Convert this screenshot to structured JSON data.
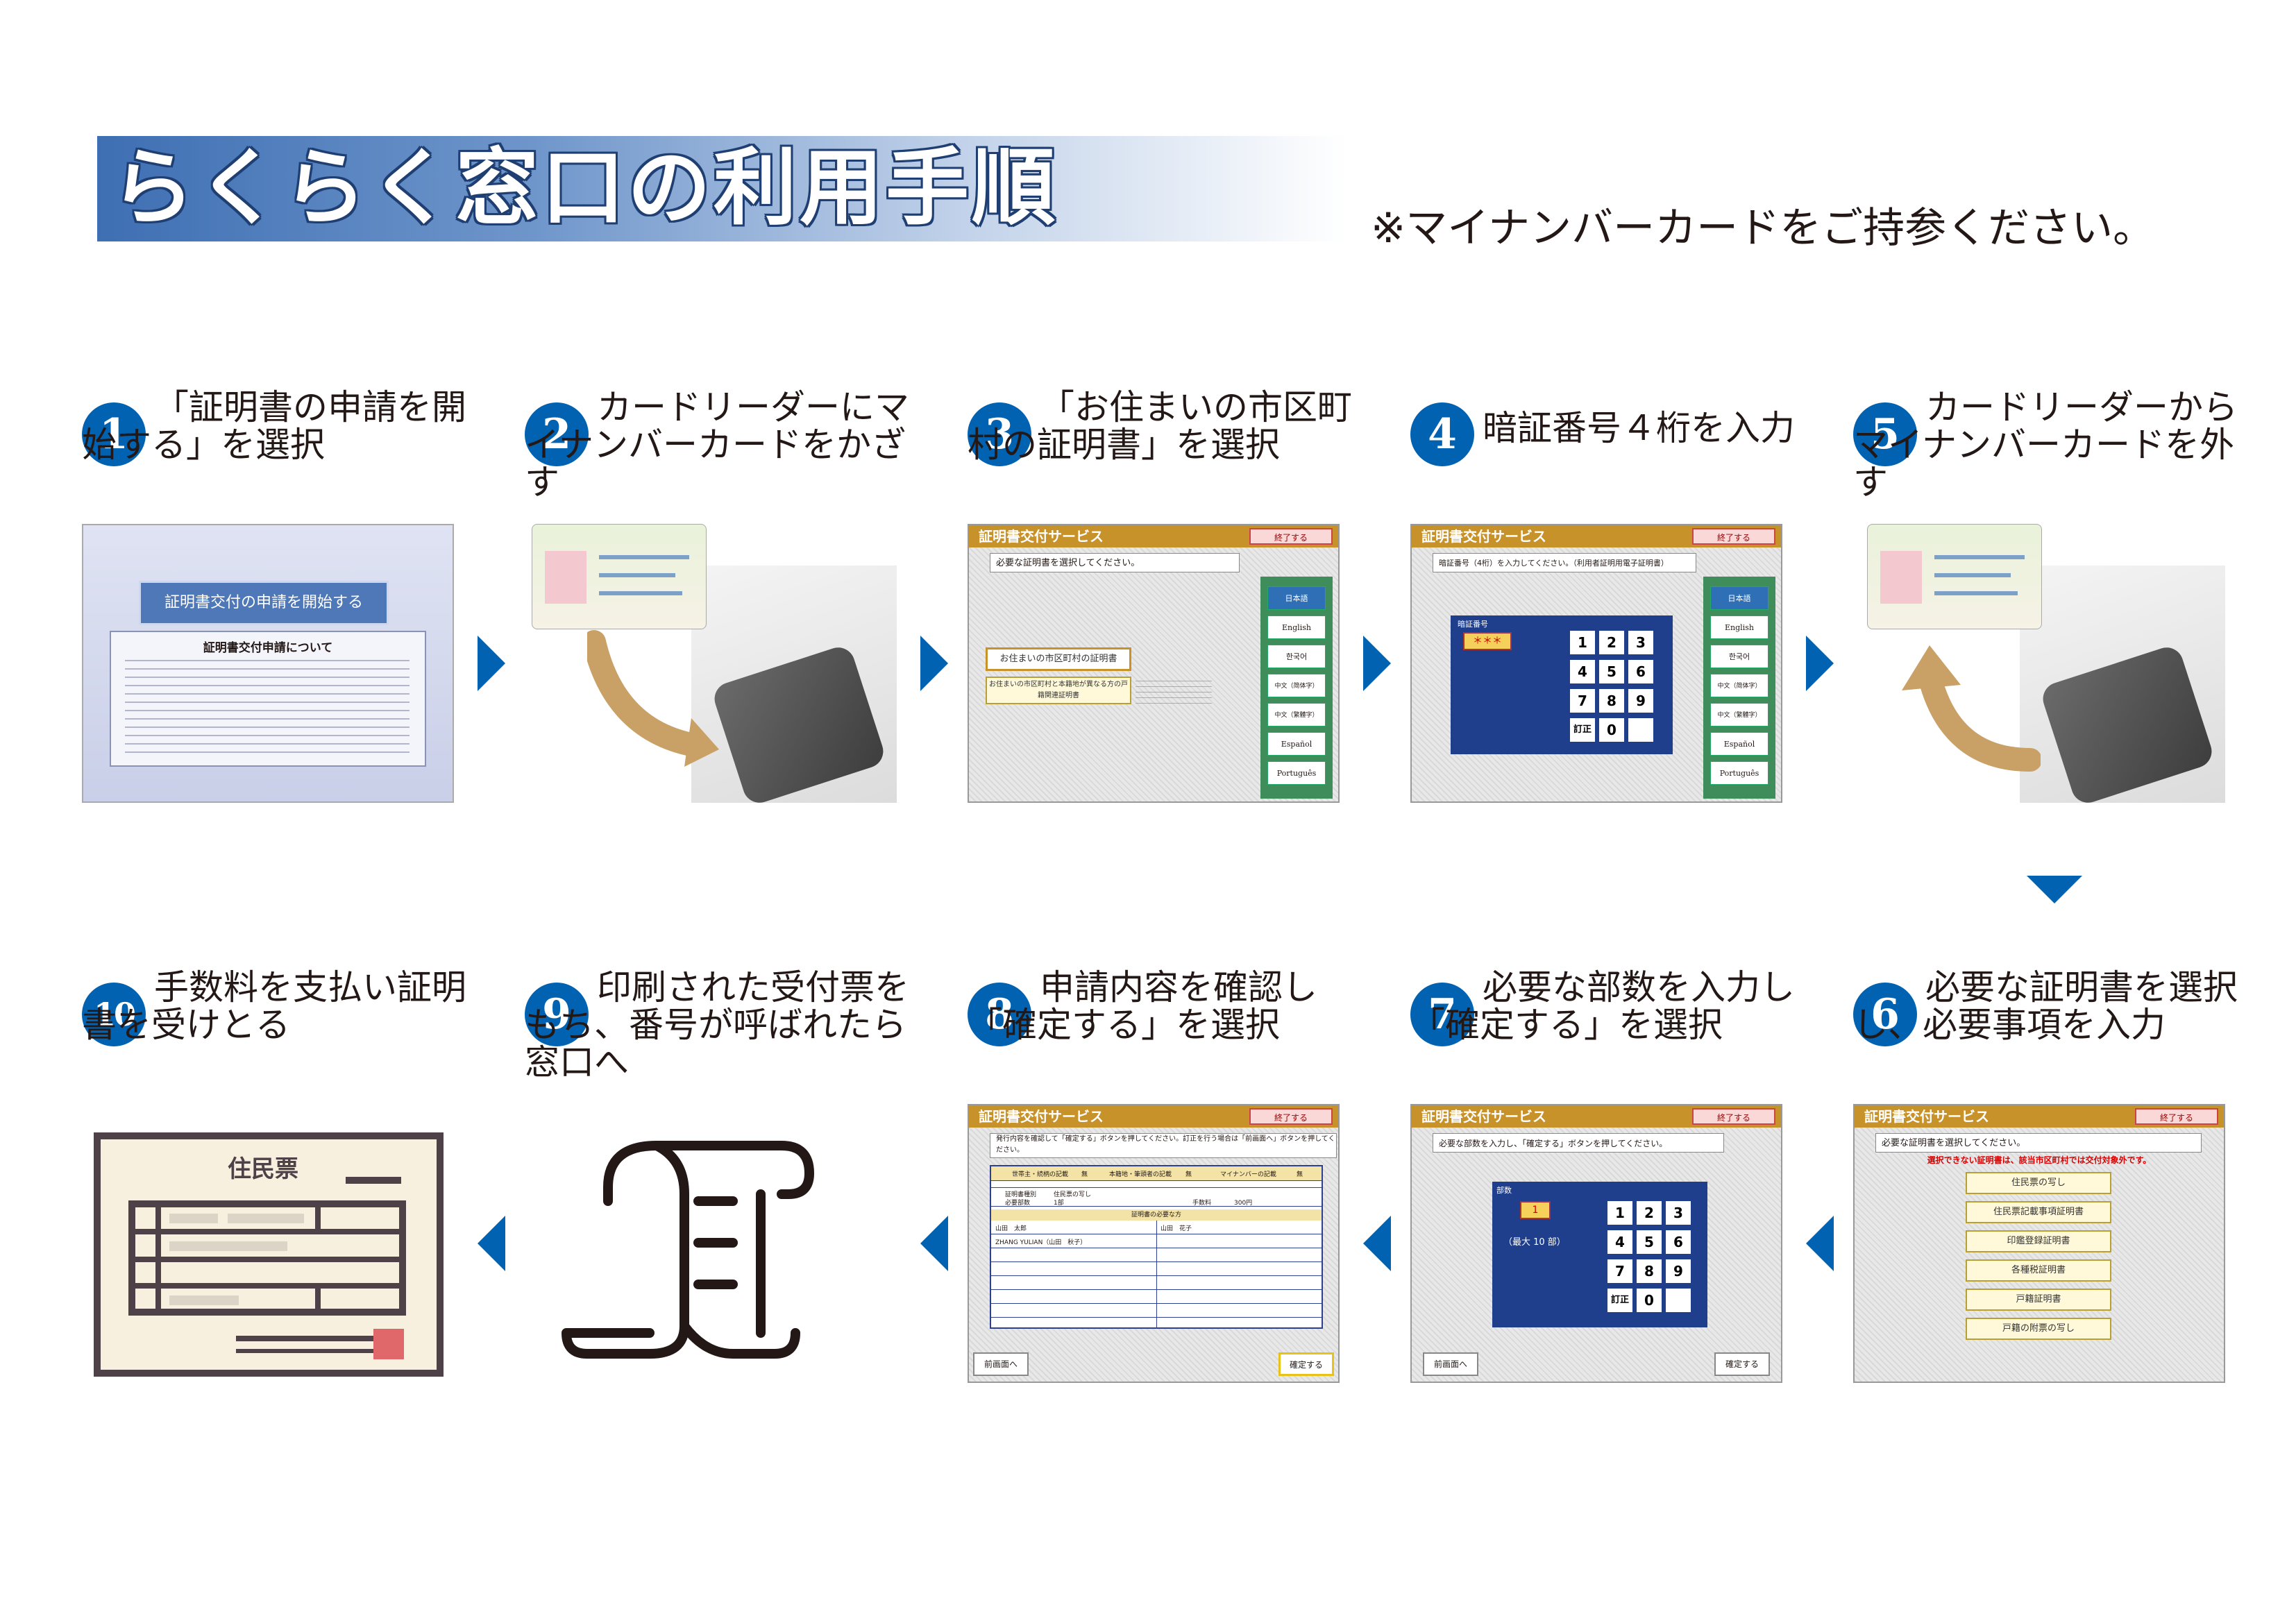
{
  "title": "らくらく窓口の利用手順",
  "note": "※マイナンバーカードをご持参ください。",
  "steps": [
    {
      "num": "1",
      "text": "「証明書の申請を開始する」を選択"
    },
    {
      "num": "2",
      "text": "カードリーダーにマイナンバーカードをかざす"
    },
    {
      "num": "3",
      "text": "「お住まいの市区町村の証明書」を選択"
    },
    {
      "num": "4",
      "text": "暗証番号４桁を入力"
    },
    {
      "num": "5",
      "text": "カードリーダーからマイナンバーカードを外す"
    },
    {
      "num": "6",
      "text": "必要な証明書を選択し、必要事項を入力"
    },
    {
      "num": "7",
      "text": "必要な部数を入力し「確定する」を選択"
    },
    {
      "num": "8",
      "text": "申請内容を確認し「確定する」を選択"
    },
    {
      "num": "9",
      "text": "印刷された受付票をもち、番号が呼ばれたら窓口へ"
    },
    {
      "num": "10",
      "text": "手数料を支払い証明書を受けとる"
    }
  ],
  "screen1": {
    "start_button": "証明書交付の申請を開始する",
    "about_title": "証明書交付申請について"
  },
  "kiosk": {
    "service_title": "証明書交付サービス",
    "end_button": "終了する",
    "confirm_button": "確定する",
    "back_button": "前画面へ",
    "languages": [
      "日本語",
      "English",
      "한국어",
      "中文（简体字）",
      "中文（繁體字）",
      "Español",
      "Português"
    ]
  },
  "screen3": {
    "instruction": "必要な証明書を選択してください。",
    "option_primary": "お住まいの市区町村の証明書",
    "option_secondary": "お住まいの市区町村と本籍地が異なる方の戸籍関連証明書"
  },
  "screen4": {
    "instruction": "暗証番号（4桁）を入力してください。（利用者証明用電子証明書）",
    "pin_label": "暗証番号",
    "pin_value": "＊＊＊",
    "keys": [
      "1",
      "2",
      "3",
      "4",
      "5",
      "6",
      "7",
      "8",
      "9",
      "訂正",
      "0",
      ""
    ]
  },
  "screen6": {
    "instruction": "必要な証明書を選択してください。",
    "warning": "選択できない証明書は、該当市区町村では交付対象外です。",
    "options": [
      "住民票の写し",
      "住民票記載事項証明書",
      "印鑑登録証明書",
      "各種税証明書",
      "戸籍証明書",
      "戸籍の附票の写し"
    ]
  },
  "screen7": {
    "instruction": "必要な部数を入力し、「確定する」ボタンを押してください。",
    "count_label": "部数",
    "count_value": "1",
    "max_note": "（最大 10 部）"
  },
  "screen8": {
    "instruction": "発行内容を確認して「確定する」ボタンを押してください。訂正を行う場合は「前画面へ」ボタンを押してください。",
    "row1": [
      "世帯主・続柄の記載",
      "無",
      "本籍地・筆頭者の記載",
      "無",
      "マイナンバーの記載",
      "無"
    ],
    "cert_label": "証明書種別",
    "cert_value": "住民票の写し",
    "copies_label": "必要部数",
    "copies_value": "1部",
    "fee_label": "手数料",
    "fee_value": "300円",
    "persons_label": "証明書の必要な方",
    "person1": "山田　太郎",
    "person2": "山田　花子",
    "person3": "ZHANG YULIAN（山田　秋子）"
  },
  "receipt": {
    "label": "住民票"
  },
  "colors": {
    "accent_blue": "#0062b1",
    "kiosk_header": "#c8922b",
    "banner_dark": "#3e6fb3"
  }
}
